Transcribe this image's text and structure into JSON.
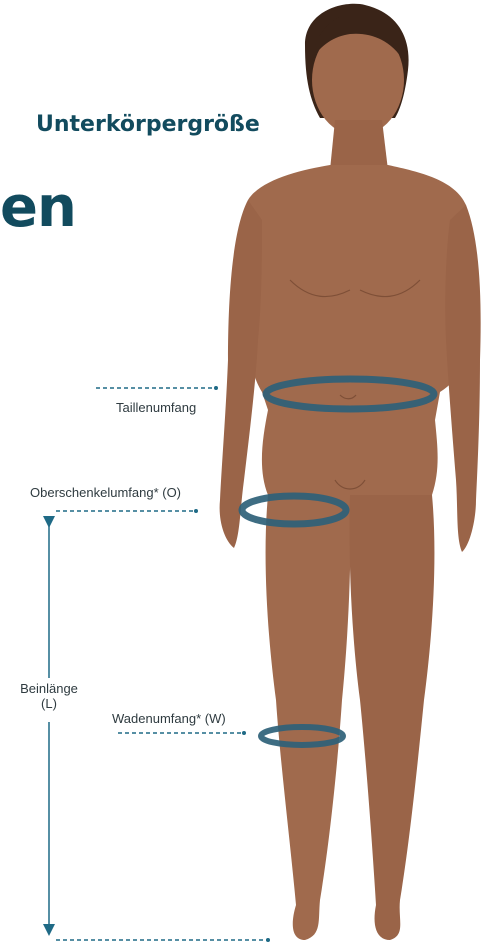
{
  "heading": {
    "title": "en",
    "subtitle": "Unterkörpergröße"
  },
  "measurements": {
    "waist": "Taillenumfang",
    "thigh": "Oberschenkelumfang* (O)",
    "leg_length_line1": "Beinlänge",
    "leg_length_line2": "(L)",
    "calf": "Wadenumfang* (W)"
  },
  "colors": {
    "heading": "#124b5e",
    "skin": "#a06a4d",
    "skin_shadow": "#8c5a40",
    "hair": "#3a2418",
    "band": "#2e6178",
    "guide": "#1f6a86"
  }
}
